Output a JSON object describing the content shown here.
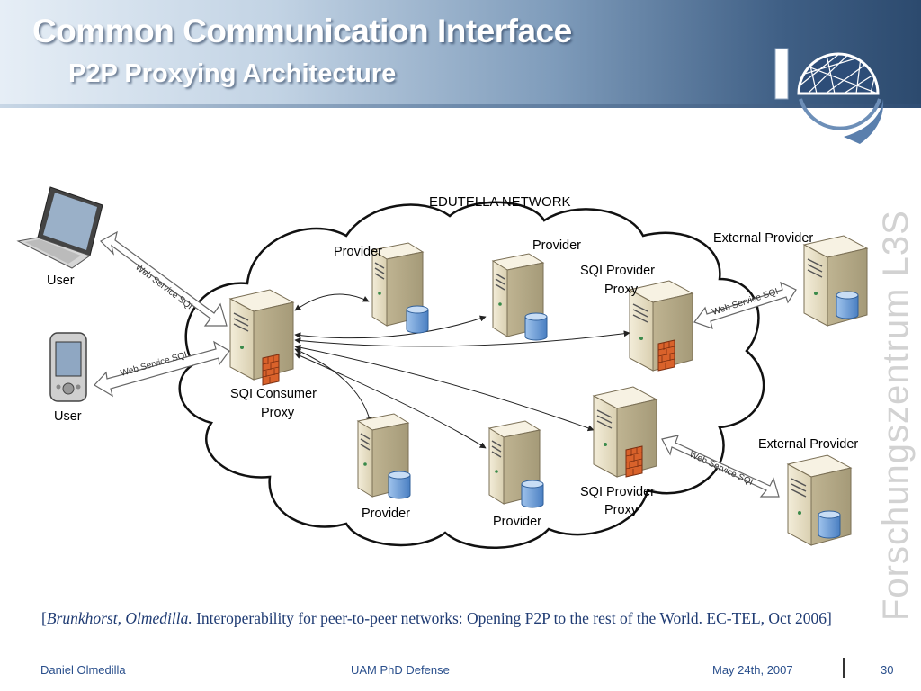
{
  "slide": {
    "title": "Common Communication Interface",
    "subtitle": "P2P Proxying Architecture",
    "vertical_brand": "Forschungszentrum L3S"
  },
  "diagram": {
    "network_label": "EDUTELLA NETWORK",
    "users": [
      {
        "label": "User",
        "device": "laptop-icon"
      },
      {
        "label": "User",
        "device": "pda-icon"
      }
    ],
    "consumer_proxy": {
      "line1": "SQI Consumer",
      "line2": "Proxy"
    },
    "providers": [
      "Provider",
      "Provider",
      "Provider",
      "Provider"
    ],
    "provider_proxies": [
      {
        "line1": "SQI Provider",
        "line2": "Proxy"
      },
      {
        "line1": "SQI Provider",
        "line2": "Proxy"
      }
    ],
    "external_providers": [
      "External Provider",
      "External Provider"
    ],
    "link_label": "Web Service SQI"
  },
  "citation": {
    "authors": "Brunkhorst, Olmedilla.",
    "rest": " Interoperability for peer-to-peer networks: Opening P2P to the rest of the World. EC-TEL, Oct 2006]",
    "open_bracket": "["
  },
  "footer": {
    "author": "Daniel Olmedilla",
    "event": "UAM PhD Defense",
    "date": "May 24th, 2007",
    "page": "30"
  },
  "colors": {
    "title_text": "#ffffff",
    "server_body": "#e8e0c8",
    "firewall": "#d9622b",
    "database": "#6f9fd8",
    "citation_text": "#1f3b73",
    "footer_text": "#2a4f8c"
  }
}
